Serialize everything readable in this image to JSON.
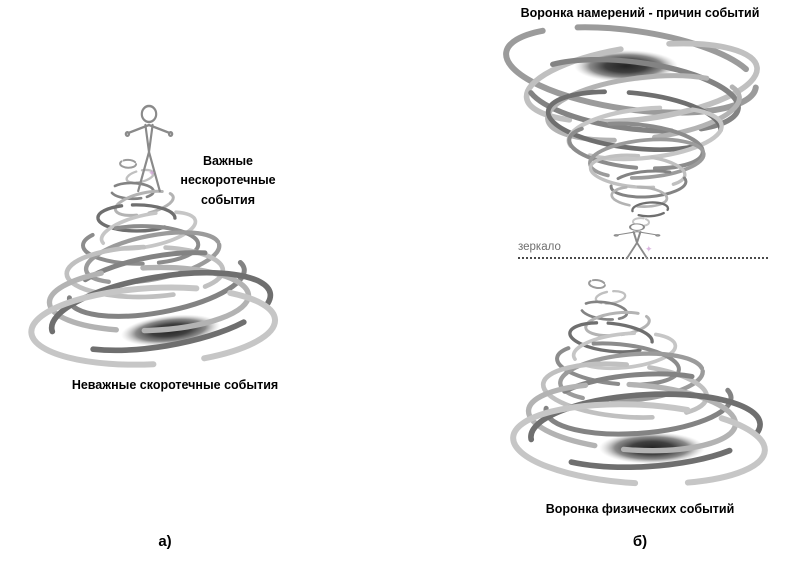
{
  "diagram_a": {
    "important_events_label": "Важные\nнескоротечные\nсобытия",
    "unimportant_events_label": "Неважные скоротечные события",
    "caption": "а)"
  },
  "diagram_b": {
    "title": "Воронка намерений - причин событий",
    "mirror_label": "зеркало",
    "physical_funnel_label": "Воронка физических событий",
    "caption": "б)"
  },
  "colors": {
    "swirl_gray": "#9b9b9b",
    "swirl_dark": "#6f6f6f",
    "eye_dark": "#242424",
    "text": "#000000",
    "mirror_text": "#6f6f6f"
  }
}
